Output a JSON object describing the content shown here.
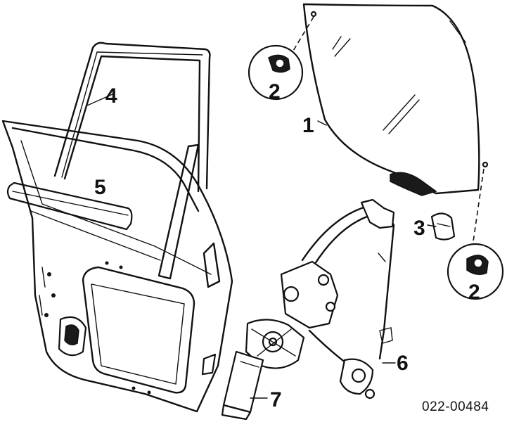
{
  "callouts": {
    "c1": "1",
    "c2a": "2",
    "c2b": "2",
    "c3": "3",
    "c4": "4",
    "c5": "5",
    "c6": "6",
    "c7": "7"
  },
  "diagram_code": "022-00484"
}
